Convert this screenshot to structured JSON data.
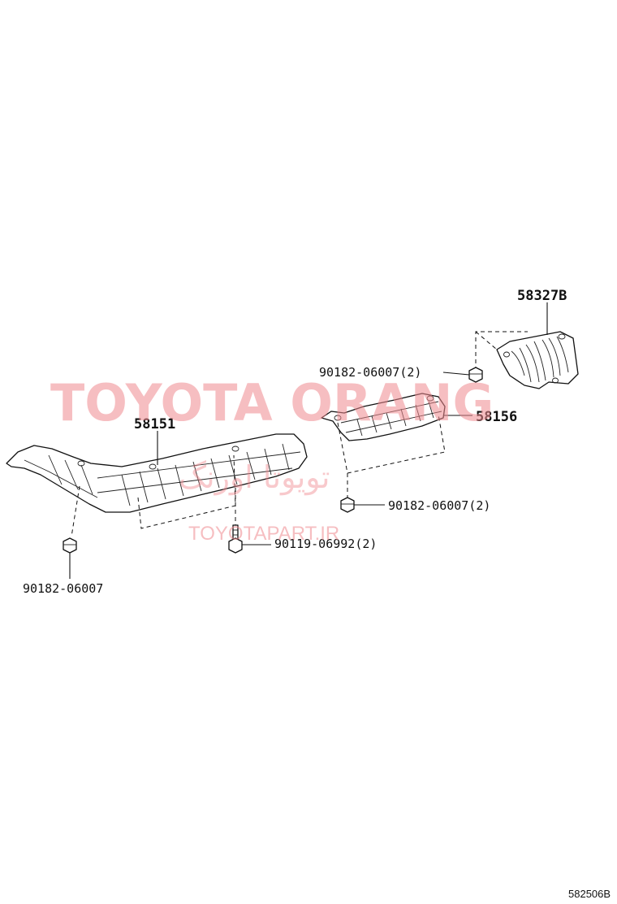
{
  "diagram": {
    "parts": {
      "p58327b": "58327B",
      "p90182_top": "90182-06007(2)",
      "p58151": "58151",
      "p58156": "58156",
      "p90182_right": "90182-06007(2)",
      "p90119": "90119-06992(2)",
      "p90182_left": "90182-06007"
    },
    "watermarks": {
      "main": "TOYOTA ORANG",
      "arabic": "تویوتا اورنگ",
      "url": "TOYOTAPART.IR"
    },
    "reference_code": "582506B"
  }
}
